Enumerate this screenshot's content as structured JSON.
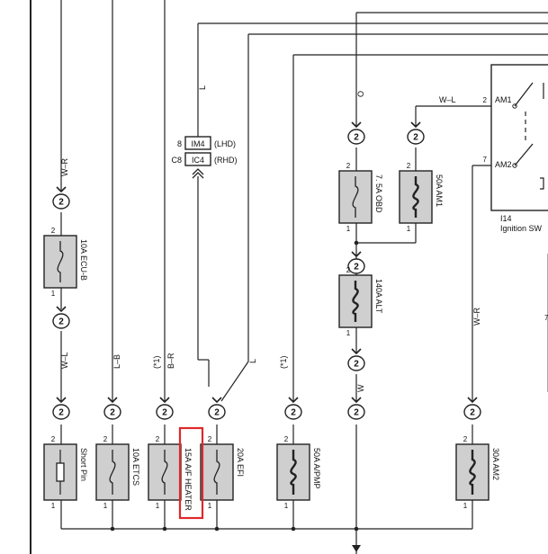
{
  "fuses": [
    {
      "id": "ecu_b",
      "label": "10A ECU-B",
      "pin_top": "2",
      "pin_bottom": "1",
      "symbol": "s-fuse"
    },
    {
      "id": "short_pin",
      "label": "Short Pin",
      "pin_top": "2",
      "pin_bottom": "1",
      "symbol": "short-pin"
    },
    {
      "id": "etcs",
      "label": "10A ETCS",
      "pin_top": "2",
      "pin_bottom": "1",
      "symbol": "s-fuse"
    },
    {
      "id": "af_heater",
      "label": "15A A/F HEATER",
      "pin_top": "2",
      "pin_bottom": "1",
      "symbol": "s-fuse"
    },
    {
      "id": "efi",
      "label": "20A EFI",
      "pin_top": "2",
      "pin_bottom": "1",
      "symbol": "s-fuse"
    },
    {
      "id": "a_pmp",
      "label": "50A A/PMP",
      "pin_top": "2",
      "pin_bottom": "1",
      "symbol": "fusible-link"
    },
    {
      "id": "obd",
      "label": "7. 5A OBD",
      "pin_top": "2",
      "pin_bottom": "1",
      "symbol": "s-fuse"
    },
    {
      "id": "am1",
      "label": "50A AM1",
      "pin_top": "2",
      "pin_bottom": "1",
      "symbol": "fusible-link"
    },
    {
      "id": "alt",
      "label": "140A ALT",
      "pin_top": "2",
      "pin_bottom": "1",
      "symbol": "fusible-link"
    },
    {
      "id": "am2",
      "label": "30A AM2",
      "pin_top": "2",
      "pin_bottom": "1",
      "symbol": "fusible-link"
    }
  ],
  "connector_number": "2",
  "wire_colors": {
    "w_r_top": "W–R",
    "w_l_left": "W–L",
    "l_b": "L–B",
    "b_r": "B–R",
    "l_efi": "L",
    "l_upper": "L",
    "o": "O",
    "w_l_am1": "W–L",
    "w": "W",
    "w_r_am2": "W–R"
  },
  "option_marks": [
    "(*1)",
    "(*1)"
  ],
  "junction": {
    "pin_a": "8",
    "code_a": "IM4",
    "note_a": "(LHD)",
    "pin_b": "C8",
    "code_b": "IC4",
    "note_b": "(RHD)"
  },
  "ignition_switch": {
    "code": "I14",
    "name": "Ignition SW",
    "terminal_am1": "AM1",
    "terminal_am2": "AM2",
    "pin_am1": "2",
    "pin_am2": "7"
  },
  "partial_text": "7",
  "highlight_target": "af_heater",
  "colors": {
    "fuse_fill": "#cfcfcf",
    "highlight": "#e0282b",
    "ink": "#222222"
  }
}
